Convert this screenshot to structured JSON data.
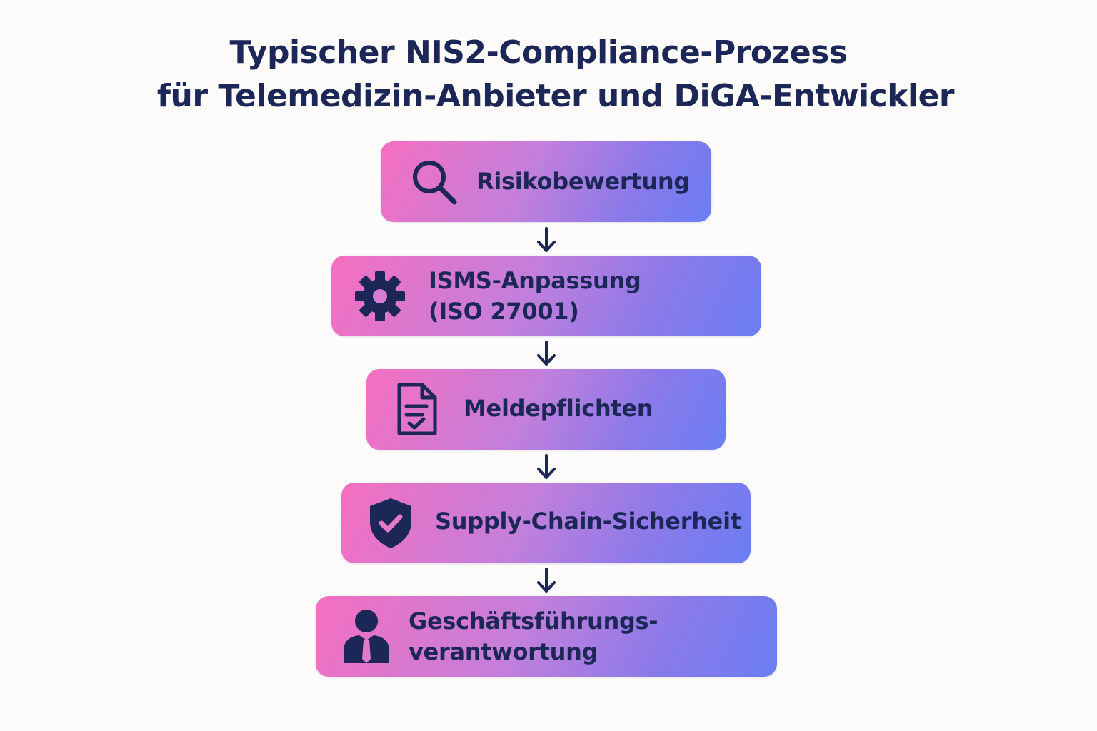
{
  "title": {
    "line1": "Typischer NIS2-Compliance-Prozess",
    "line2": "für Telemedizin-Anbieter und DiGA-Entwickler"
  },
  "steps": [
    {
      "icon": "magnifier-icon",
      "lines": [
        "Risikobewertung"
      ]
    },
    {
      "icon": "gear-icon",
      "lines": [
        "ISMS-Anpassung",
        "(ISO 27001)"
      ]
    },
    {
      "icon": "document-check-icon",
      "lines": [
        "Meldepflichten"
      ]
    },
    {
      "icon": "shield-check-icon",
      "lines": [
        "Supply-Chain-Sicherheit"
      ]
    },
    {
      "icon": "executive-person-icon",
      "lines": [
        "Geschäftsführungs-",
        "verantwortung"
      ]
    }
  ],
  "colors": {
    "text": "#1c2657",
    "gradient_start": "#f56fc0",
    "gradient_end": "#6a7ef4",
    "background": "#fdfcfb"
  }
}
